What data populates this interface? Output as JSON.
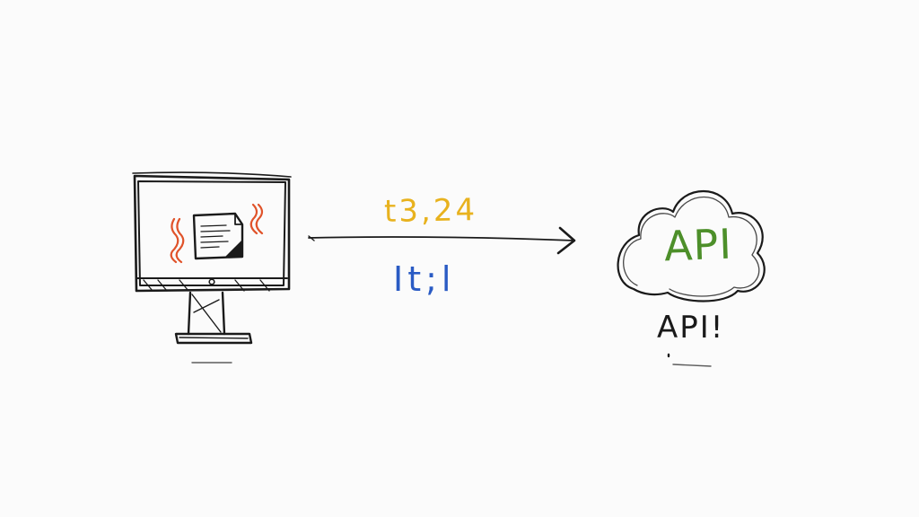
{
  "diagram": {
    "top_label": "t3,24",
    "bottom_label": "It;l",
    "cloud_label": "API",
    "cloud_caption": "API!"
  },
  "colors": {
    "ink": "#1a1a1a",
    "top_label": "#e8b21e",
    "bottom_label": "#2a5bc4",
    "cloud_label": "#4d8f2a",
    "squiggles": "#e0532a",
    "background": "#fbfbfb"
  },
  "icons": {
    "computer": "desktop-monitor-icon",
    "document": "document-icon",
    "cloud": "cloud-icon",
    "arrow": "right-arrow-icon"
  }
}
